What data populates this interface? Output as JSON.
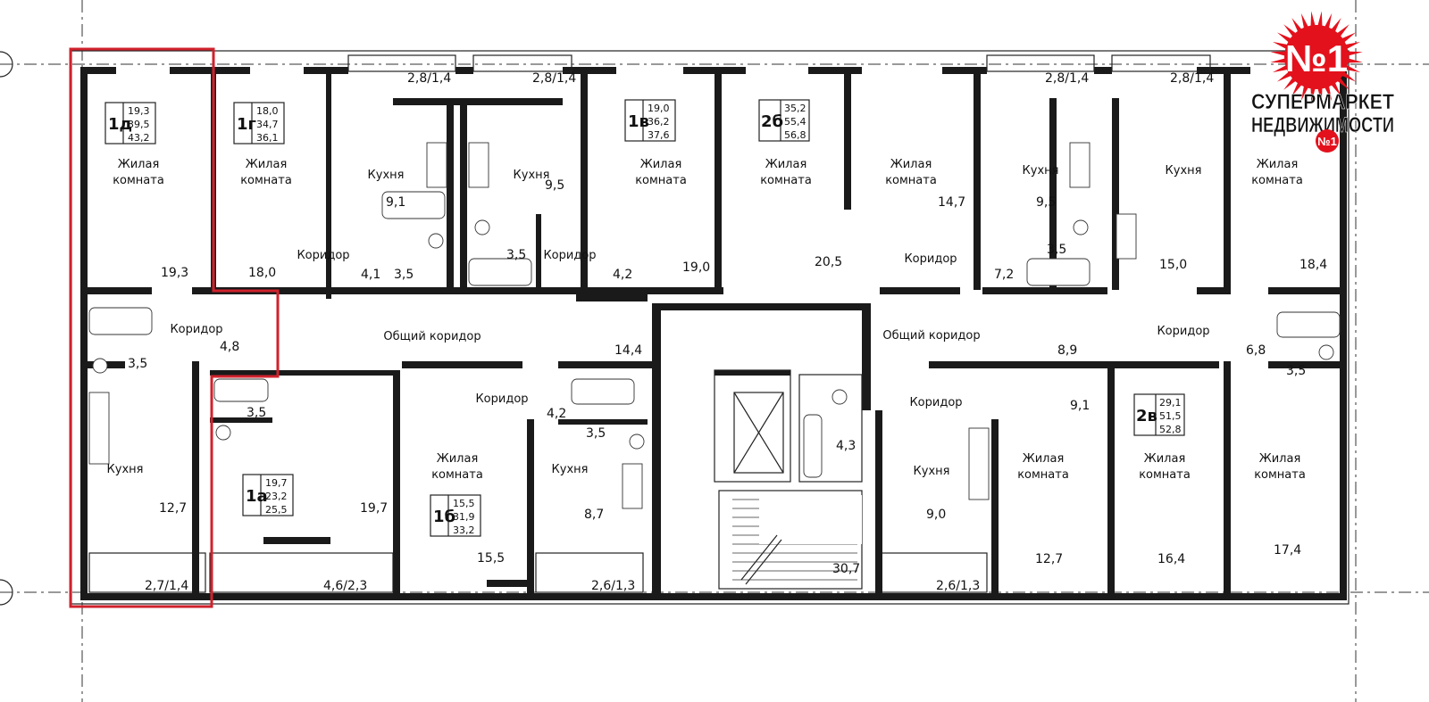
{
  "logo": {
    "badge": "№1",
    "line1": "СУПЕРМАРКЕТ",
    "line2": "НЕДВИЖИМОСТИ",
    "badge_small": "№1",
    "red": "#e3111c"
  },
  "highlight_color": "#d0222c",
  "apartments": [
    {
      "code": "1д",
      "areas": [
        "19,3",
        "39,5",
        "43,2"
      ]
    },
    {
      "code": "1г",
      "areas": [
        "18,0",
        "34,7",
        "36,1"
      ]
    },
    {
      "code": "1в",
      "areas": [
        "19,0",
        "36,2",
        "37,6"
      ]
    },
    {
      "code": "2б",
      "areas": [
        "35,2",
        "55,4",
        "56,8"
      ]
    },
    {
      "code": "1а",
      "areas": [
        "19,7",
        "23,2",
        "25,5"
      ]
    },
    {
      "code": "1б",
      "areas": [
        "15,5",
        "31,9",
        "33,2"
      ]
    },
    {
      "code": "2в",
      "areas": [
        "29,1",
        "51,5",
        "52,8"
      ]
    }
  ],
  "labels": {
    "living": "Жилая",
    "room": "комната",
    "kitchen": "Кухня",
    "corridor": "Коридор",
    "common_corridor": "Общий коридор"
  },
  "areas": [
    "19,3",
    "18,0",
    "9,1",
    "4,1",
    "3,5",
    "3,5",
    "9,5",
    "4,2",
    "19,0",
    "20,5",
    "14,7",
    "7,2",
    "3,5",
    "9,5",
    "15,0",
    "18,4",
    "2,8/1,4",
    "2,8/1,4",
    "2,8/1,4",
    "2,8/1,4",
    "4,8",
    "3,5",
    "14,4",
    "8,9",
    "6,8",
    "3,5",
    "3,5",
    "12,7",
    "19,7",
    "2,7/1,4",
    "4,6/2,3",
    "4,2",
    "3,5",
    "8,7",
    "15,5",
    "2,6/1,3",
    "4,3",
    "30,7",
    "9,0",
    "2,6/1,3",
    "9,1",
    "12,7",
    "16,4",
    "17,4"
  ]
}
